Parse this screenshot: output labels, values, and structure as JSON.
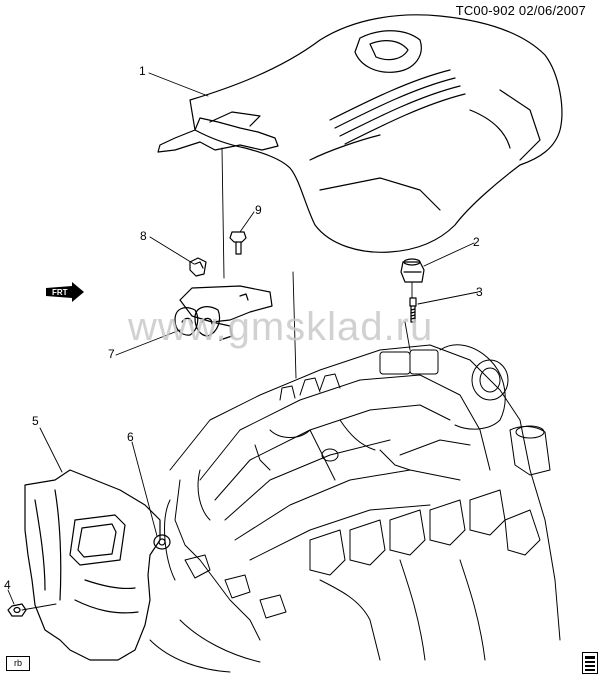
{
  "header": {
    "code": "TC00-902",
    "date": "02/06/2007"
  },
  "watermark": "www.gmsklad.ru",
  "direction_label": "FRT",
  "corner_tag": "rb",
  "callouts": [
    {
      "num": "1",
      "part": "engine-cover"
    },
    {
      "num": "2",
      "part": "grommet"
    },
    {
      "num": "3",
      "part": "stud"
    },
    {
      "num": "4",
      "part": "nut"
    },
    {
      "num": "5",
      "part": "heat-shield"
    },
    {
      "num": "6",
      "part": "grommet"
    },
    {
      "num": "7",
      "part": "bracket"
    },
    {
      "num": "8",
      "part": "retainer"
    },
    {
      "num": "9",
      "part": "bolt"
    }
  ]
}
